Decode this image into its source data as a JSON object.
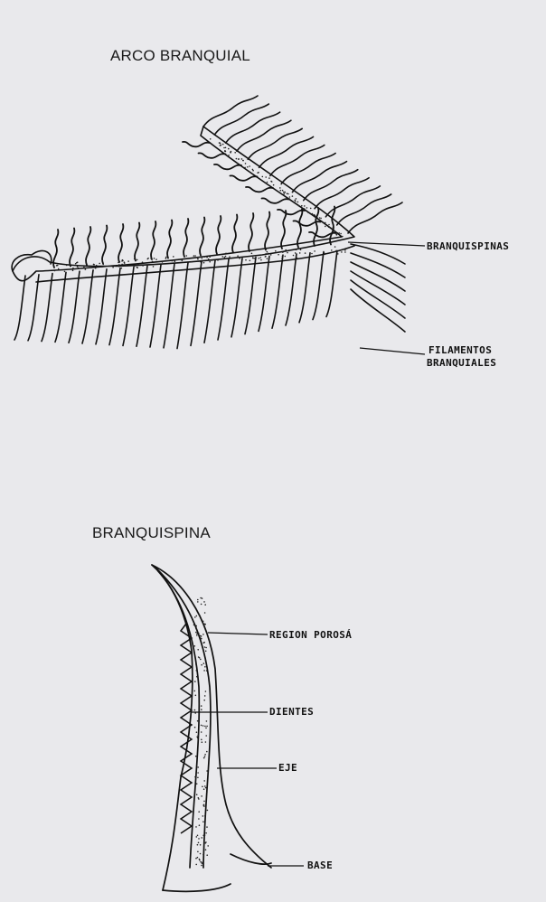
{
  "titles": {
    "arch": "ARCO BRANQUIAL",
    "raker": "BRANQUISPINA"
  },
  "labels": {
    "branquispinas": "BRANQUISPINAS",
    "filamentos_line1": "FILAMENTOS",
    "filamentos_line2": "BRANQUIALES",
    "region_porosa": "REGION POROSÁ",
    "dientes": "DIENTES",
    "eje": "EJE",
    "base": "BASE"
  },
  "colors": {
    "background": "#e9e9ec",
    "ink": "#111111",
    "ghost_text": "#d2d2d8"
  }
}
